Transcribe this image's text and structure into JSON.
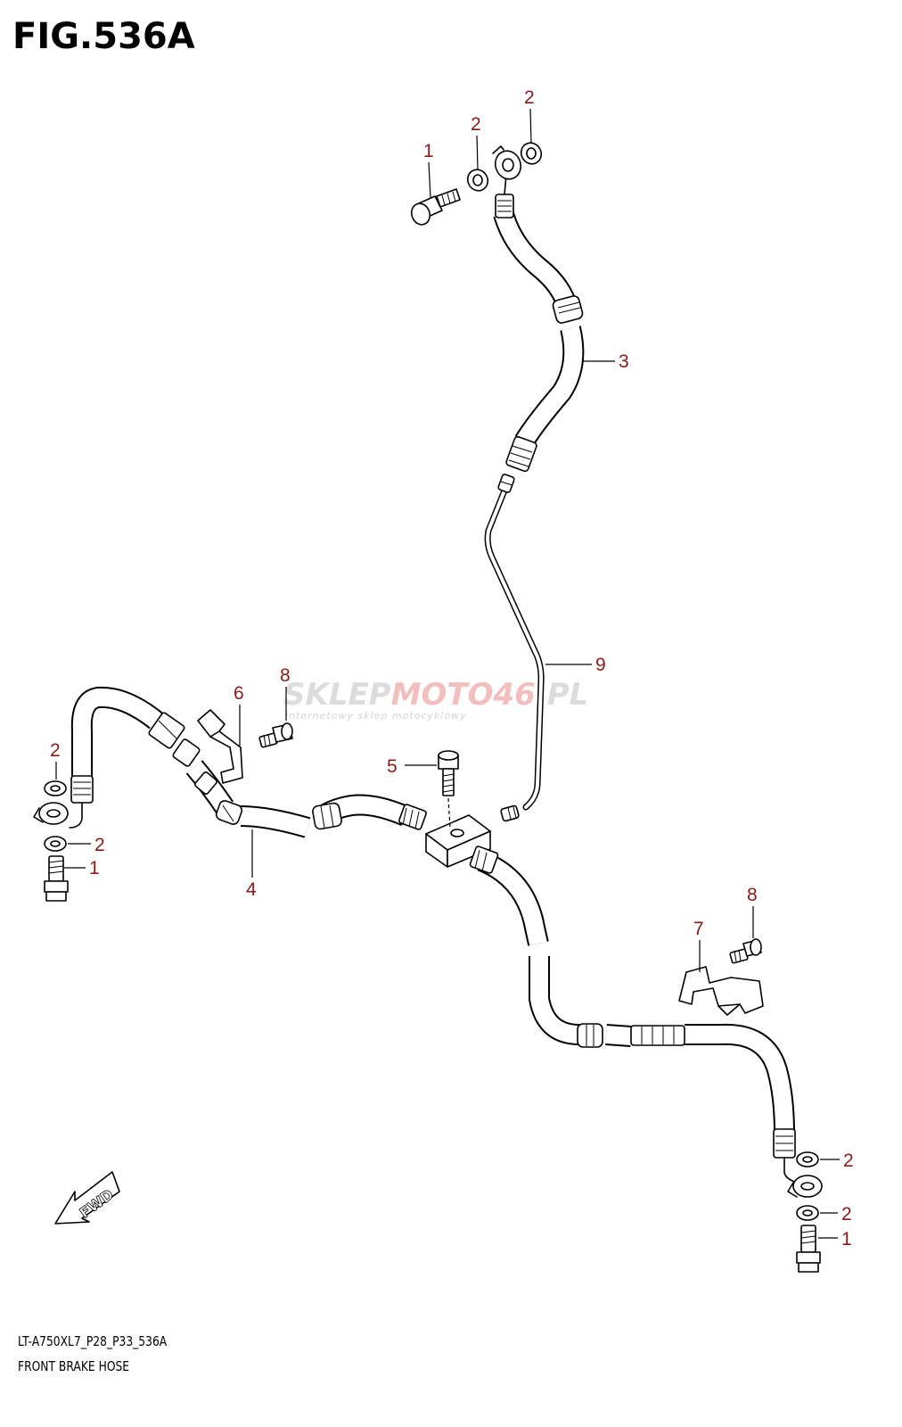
{
  "figure": {
    "title": "FIG.536A",
    "code": "LT-A750XL7_P28_P33_536A",
    "name": "FRONT BRAKE HOSE"
  },
  "watermark": {
    "brand_a": "SKLEP",
    "brand_b": "MOTO",
    "brand_c": "46",
    "brand_d": ".PL",
    "tagline": "internetowy sklep motocyklowy"
  },
  "fwd_label": "FWD",
  "callouts": {
    "top_bolt": "1",
    "top_washer_a": "2",
    "top_washer_b": "2",
    "hose_3": "3",
    "pipe_9": "9",
    "bolt_8_left": "8",
    "clamp_6": "6",
    "bolt_5": "5",
    "left_washer_top": "2",
    "left_washer_bottom": "2",
    "left_bolt": "1",
    "hose_4": "4",
    "bolt_8_right": "8",
    "clamp_7": "7",
    "right_washer_top": "2",
    "right_washer_bottom": "2",
    "right_bolt": "1"
  },
  "colors": {
    "callout": "#8b1a1a",
    "line": "#000000"
  }
}
